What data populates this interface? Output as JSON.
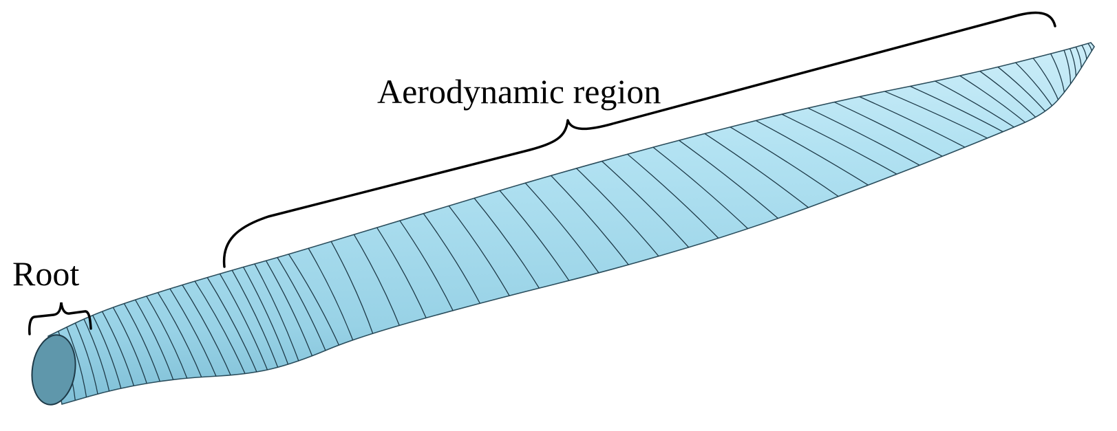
{
  "labels": {
    "root": "Root",
    "aerodynamic": "Aerodynamic region"
  },
  "colors": {
    "blade_surface": "#a9dcee",
    "blade_highlight": "#d3f0fa",
    "blade_shadow": "#7fbfd6",
    "root_face": "#5f97ab",
    "section_lines": "#1e3a48",
    "brace": "#000000"
  },
  "diagram": {
    "blade_sections": 60
  }
}
